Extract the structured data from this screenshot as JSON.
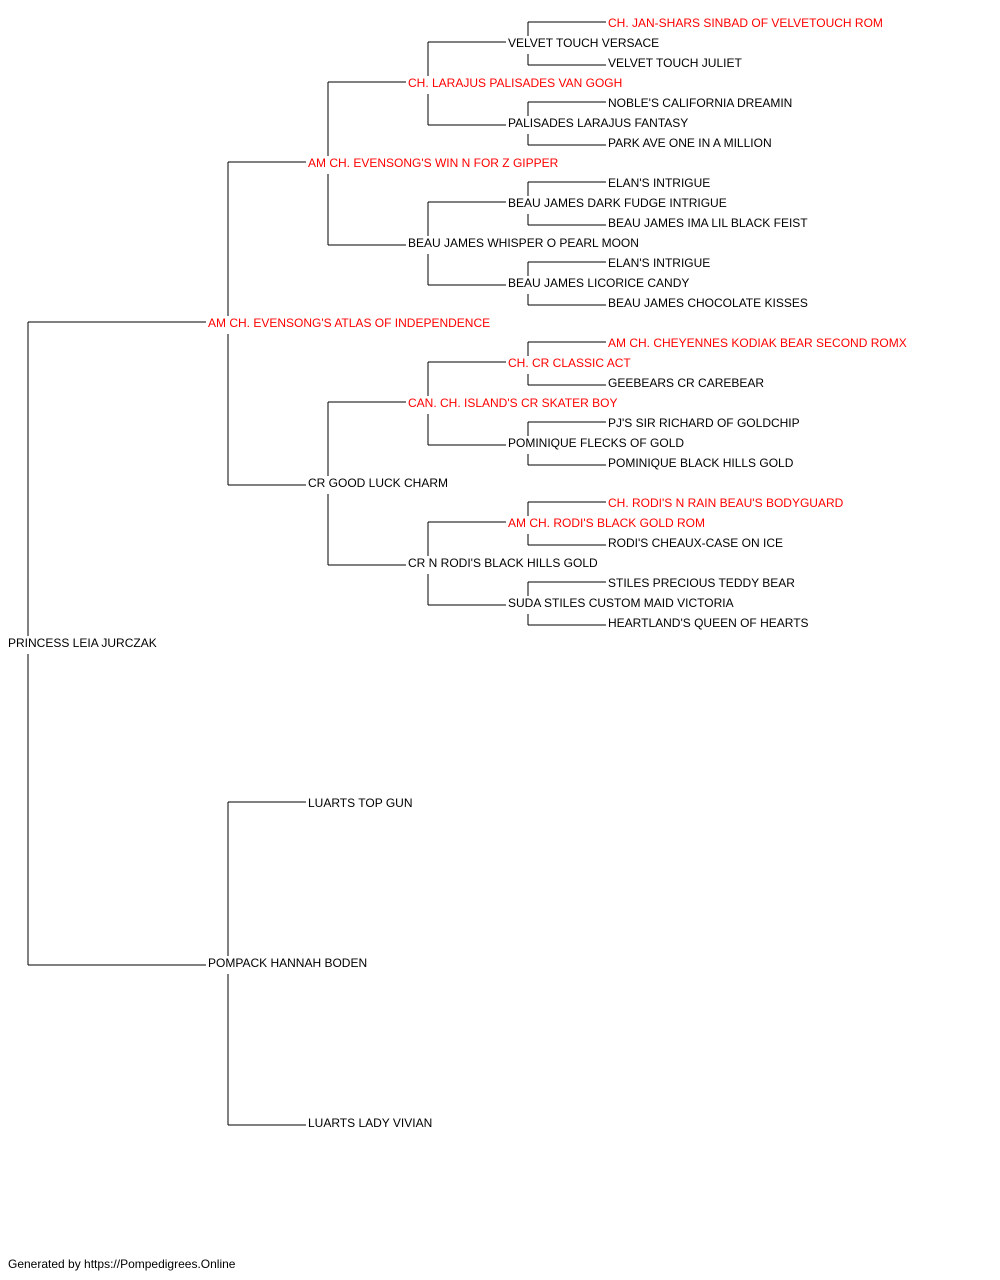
{
  "colors": {
    "titled": "#ff0000",
    "plain": "#000000",
    "line": "#000000"
  },
  "pedigree": {
    "subject": {
      "name": "PRINCESS LEIA JURCZAK",
      "titled": false
    },
    "generation_1": [
      {
        "role": "sire",
        "name": "AM CH. EVENSONG'S ATLAS OF INDEPENDENCE",
        "titled": true
      },
      {
        "role": "dam",
        "name": "POMPACK HANNAH BODEN",
        "titled": false
      }
    ],
    "generation_2": [
      {
        "name": "AM CH. EVENSONG'S WIN N FOR Z GIPPER",
        "titled": true
      },
      {
        "name": "CR GOOD LUCK CHARM",
        "titled": false
      },
      {
        "name": "LUARTS TOP GUN",
        "titled": false
      },
      {
        "name": "LUARTS LADY VIVIAN",
        "titled": false
      }
    ],
    "generation_3": [
      {
        "name": "CH. LARAJUS PALISADES VAN GOGH",
        "titled": true
      },
      {
        "name": "BEAU JAMES WHISPER O PEARL MOON",
        "titled": false
      },
      {
        "name": "CAN. CH. ISLAND'S CR SKATER BOY",
        "titled": true
      },
      {
        "name": "CR N RODI'S BLACK HILLS GOLD",
        "titled": false
      }
    ],
    "generation_4": [
      {
        "name": "VELVET TOUCH VERSACE",
        "titled": false
      },
      {
        "name": "PALISADES LARAJUS FANTASY",
        "titled": false
      },
      {
        "name": "BEAU JAMES DARK FUDGE INTRIGUE",
        "titled": false
      },
      {
        "name": "BEAU JAMES LICORICE CANDY",
        "titled": false
      },
      {
        "name": "CH. CR CLASSIC ACT",
        "titled": true
      },
      {
        "name": "POMINIQUE FLECKS OF GOLD",
        "titled": false
      },
      {
        "name": "AM CH. RODI'S BLACK GOLD ROM",
        "titled": true
      },
      {
        "name": "SUDA STILES CUSTOM MAID VICTORIA",
        "titled": false
      }
    ],
    "generation_5": [
      {
        "name": "CH. JAN-SHARS SINBAD OF VELVETOUCH ROM",
        "titled": true
      },
      {
        "name": "VELVET TOUCH JULIET",
        "titled": false
      },
      {
        "name": "NOBLE'S CALIFORNIA DREAMIN",
        "titled": false
      },
      {
        "name": "PARK AVE ONE IN A MILLION",
        "titled": false
      },
      {
        "name": "ELAN'S INTRIGUE",
        "titled": false
      },
      {
        "name": "BEAU JAMES IMA LIL BLACK FEIST",
        "titled": false
      },
      {
        "name": "ELAN'S INTRIGUE",
        "titled": false
      },
      {
        "name": "BEAU JAMES CHOCOLATE KISSES",
        "titled": false
      },
      {
        "name": "AM CH. CHEYENNES KODIAK BEAR SECOND ROMX",
        "titled": true
      },
      {
        "name": "GEEBEARS CR CAREBEAR",
        "titled": false
      },
      {
        "name": "PJ'S SIR RICHARD OF GOLDCHIP",
        "titled": false
      },
      {
        "name": "POMINIQUE BLACK HILLS GOLD",
        "titled": false
      },
      {
        "name": "CH. RODI'S N RAIN BEAU'S BODYGUARD",
        "titled": true
      },
      {
        "name": "RODI'S CHEAUX-CASE ON ICE",
        "titled": false
      },
      {
        "name": "STILES PRECIOUS TEDDY BEAR",
        "titled": false
      },
      {
        "name": "HEARTLAND'S QUEEN OF HEARTS",
        "titled": false
      }
    ]
  },
  "footer": {
    "text": "Generated by https://Pompedigrees.Online"
  }
}
